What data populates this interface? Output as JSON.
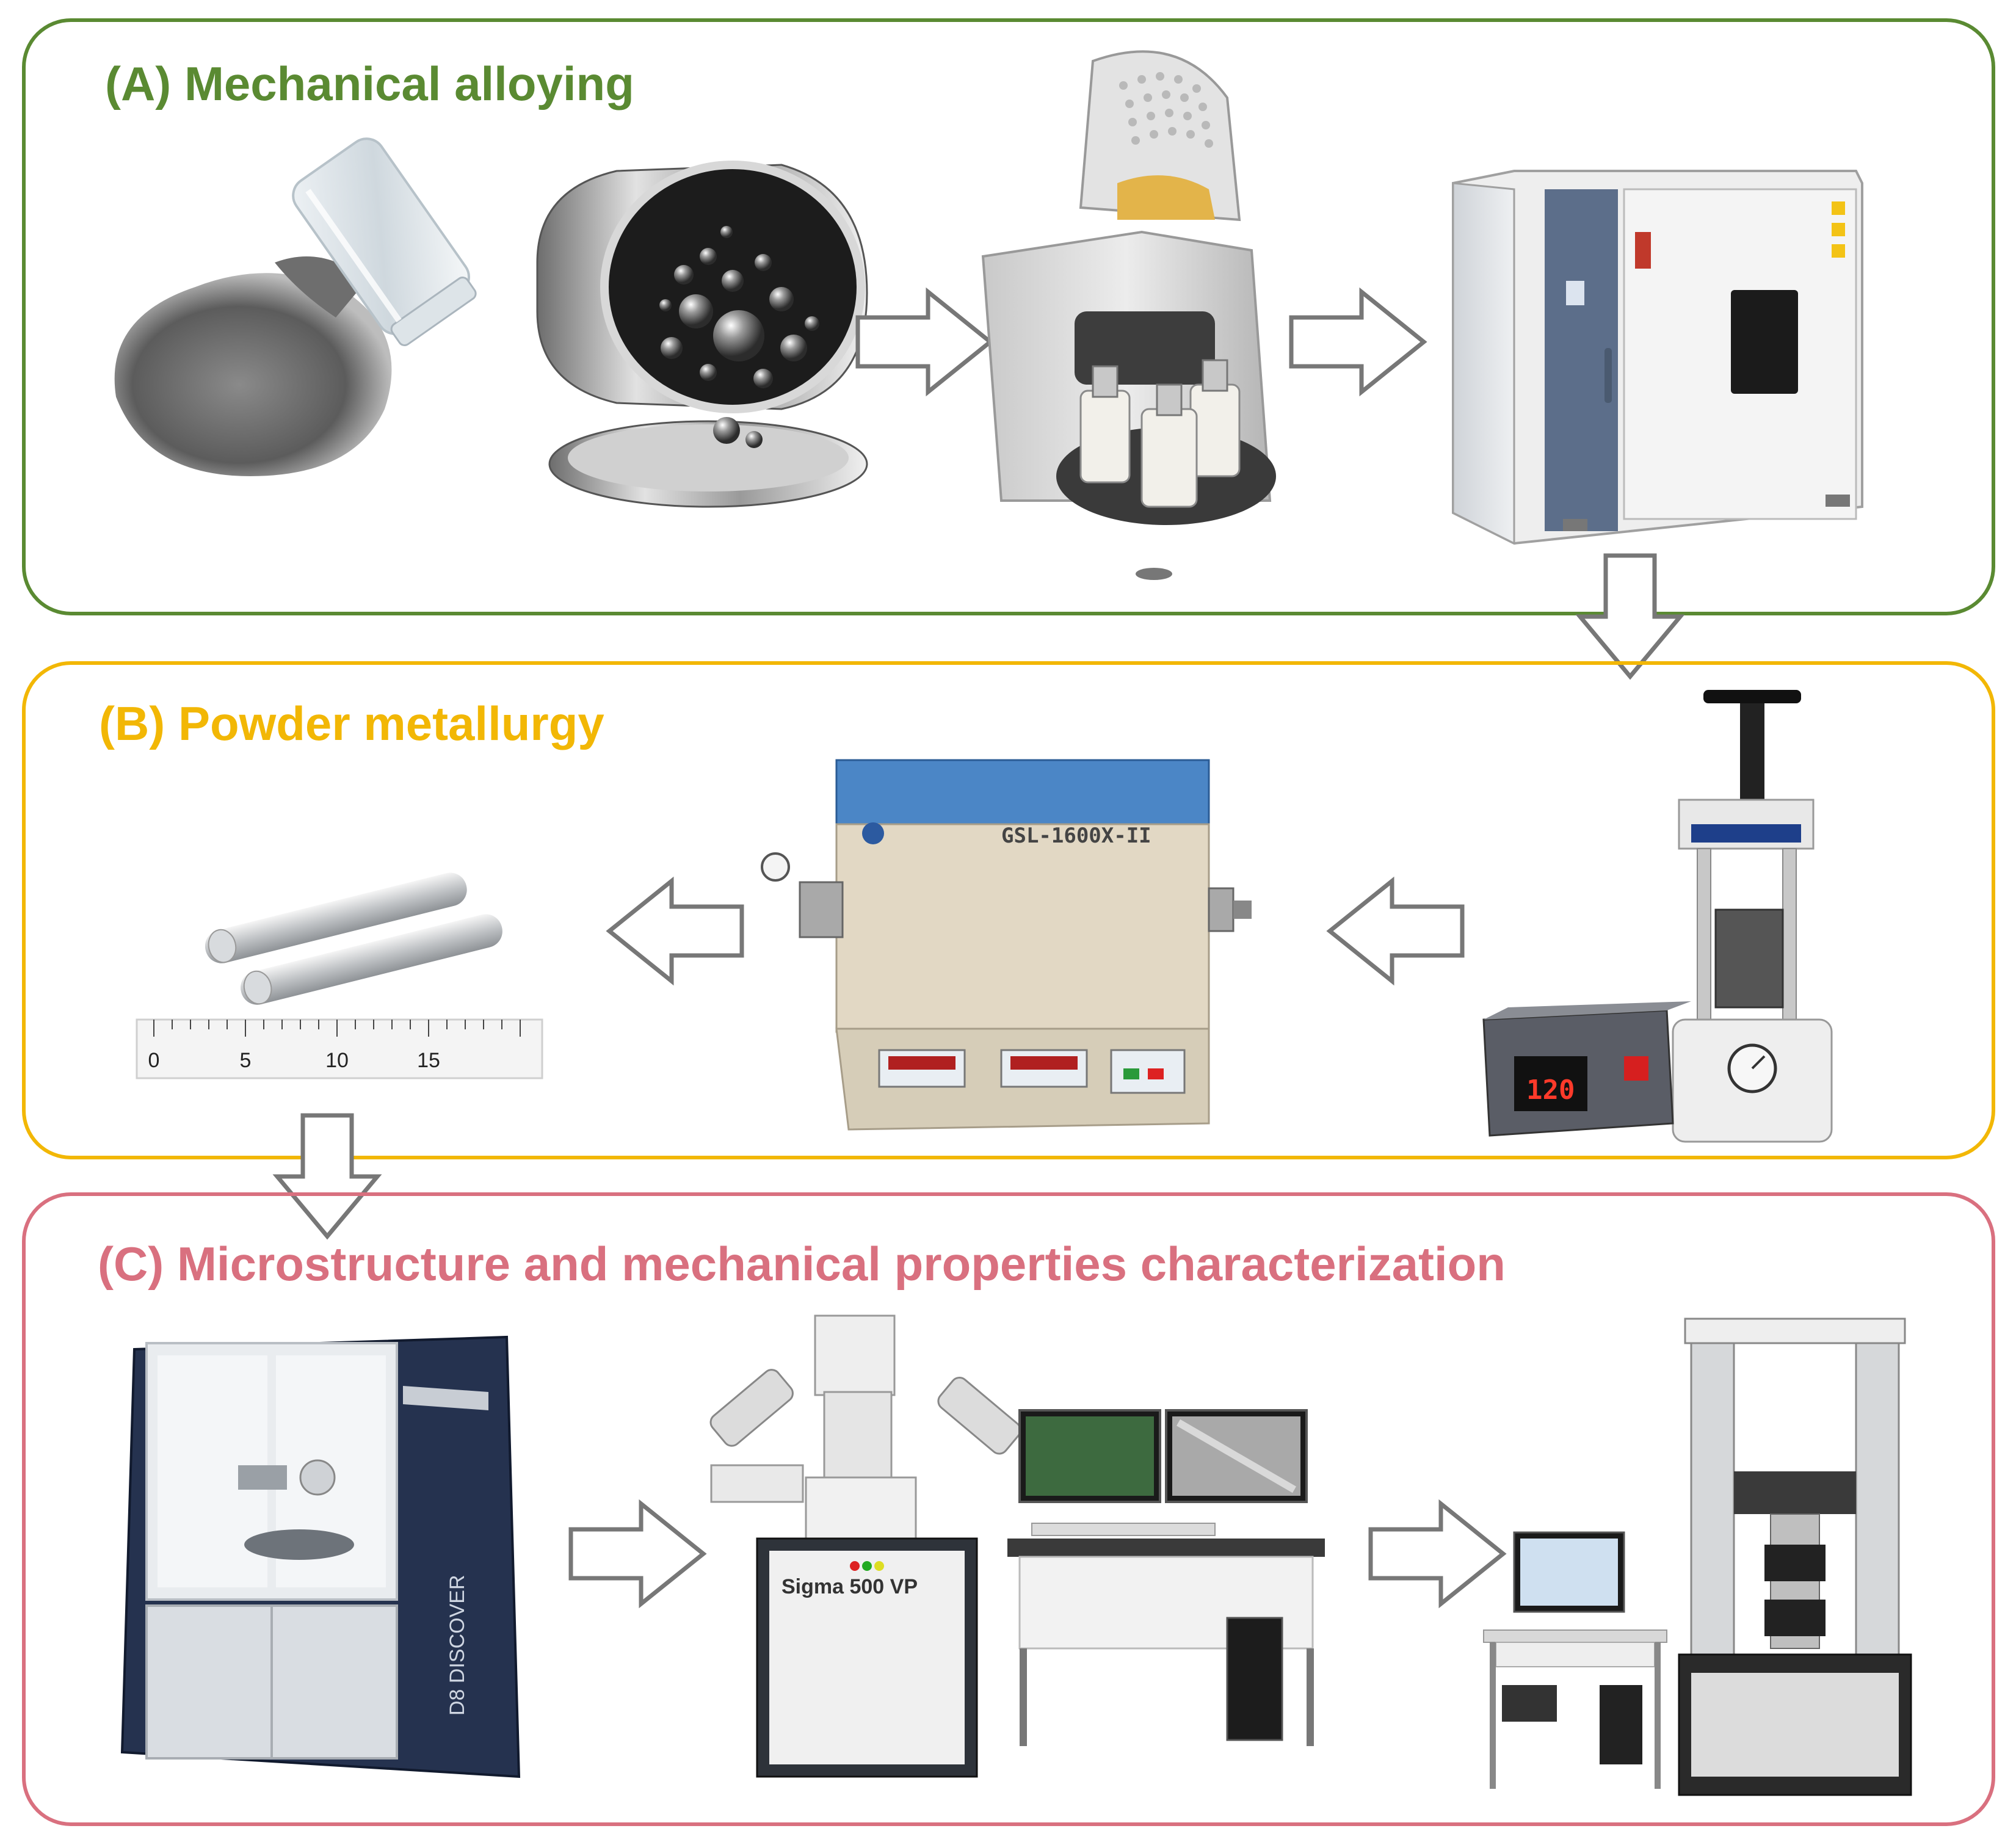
{
  "colors": {
    "panel_a": "#5a8a32",
    "panel_b": "#f2b705",
    "panel_c": "#d9707f",
    "arrow_stroke": "#777777"
  },
  "panels": {
    "a": {
      "title": "(A) Mechanical alloying"
    },
    "b": {
      "title": "(B) Powder metallurgy"
    },
    "c": {
      "title": "(C) Microstructure and mechanical properties characterization"
    }
  },
  "equipment_labels": {
    "tube_furnace_model": "GSL-1600X-II",
    "press_display": "120",
    "sem_model": "Sigma 500 VP",
    "xrd_model": "D8 DISCOVER",
    "ruler_numbers": [
      "0",
      "5",
      "10",
      "15"
    ]
  },
  "icons": [
    "metal-powder-icon",
    "milling-jar-icon",
    "planetary-ball-mill-icon",
    "drying-oven-icon",
    "hydraulic-press-icon",
    "tube-furnace-icon",
    "alloy-rods-icon",
    "ruler-icon",
    "xrd-diffractometer-icon",
    "sem-microscope-icon",
    "sem-workstation-icon",
    "tensile-tester-icon",
    "computer-desk-icon",
    "arrow-icon"
  ]
}
